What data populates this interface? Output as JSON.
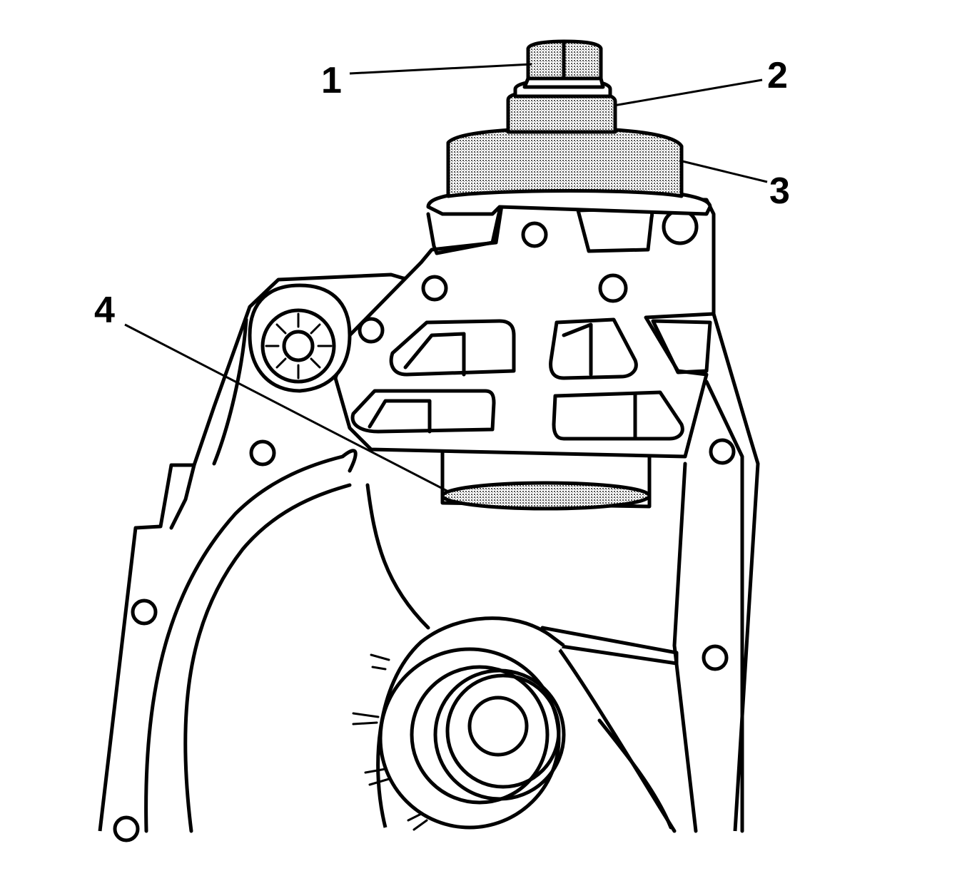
{
  "callouts": [
    {
      "id": "1",
      "label": "1"
    },
    {
      "id": "2",
      "label": "2"
    },
    {
      "id": "3",
      "label": "3"
    },
    {
      "id": "4",
      "label": "4"
    }
  ],
  "colors": {
    "ink": "#000000",
    "background": "#ffffff",
    "shading": "#8a8a8a"
  }
}
